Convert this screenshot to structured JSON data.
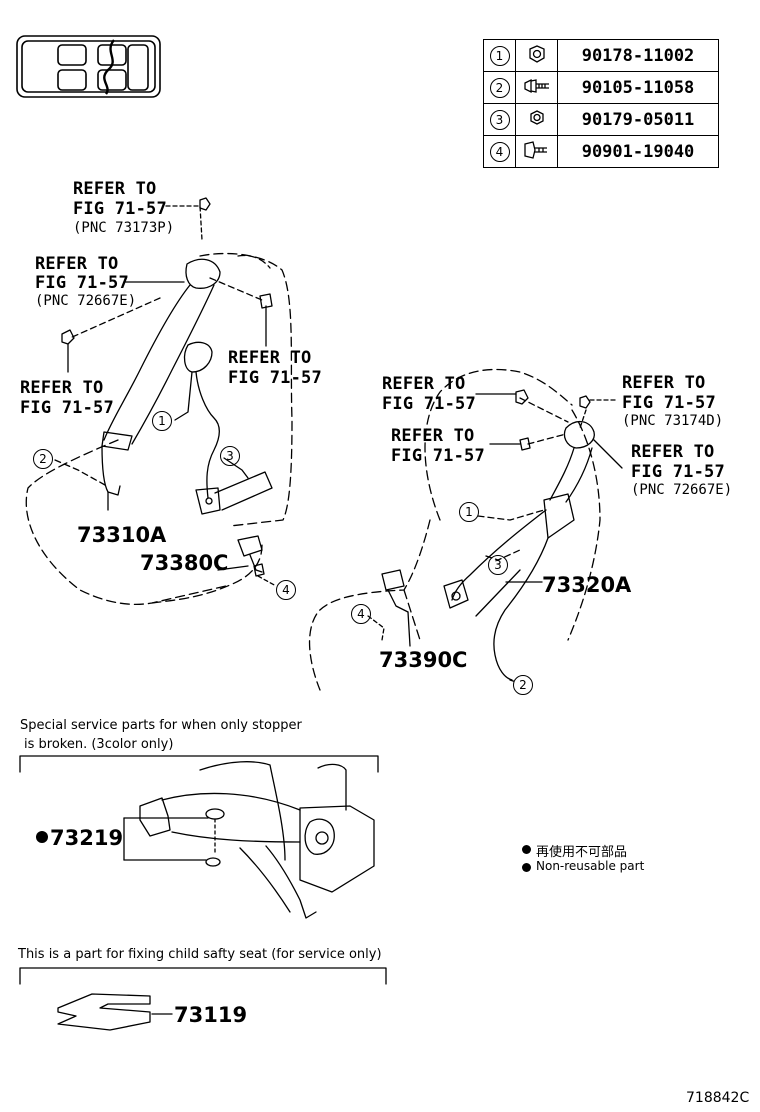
{
  "fastener_table": [
    {
      "ref": "1",
      "icon": "nut-icon",
      "part": "90178-11002"
    },
    {
      "ref": "2",
      "icon": "bolt-icon",
      "part": "90105-11058"
    },
    {
      "ref": "3",
      "icon": "nut-icon",
      "part": "90179-05011"
    },
    {
      "ref": "4",
      "icon": "bolt-icon",
      "part": "90901-19040"
    }
  ],
  "refs": {
    "line1": "REFER TO",
    "line2": "FIG 71-57",
    "pnc_73173p": "(PNC 73173P)",
    "pnc_72667e": "(PNC 72667E)",
    "pnc_73174d": "(PNC 73174D)"
  },
  "parts": {
    "p73310a": "73310A",
    "p73380c": "73380C",
    "p73320a": "73320A",
    "p73390c": "73390C",
    "p73219": "73219",
    "p73119": "73119"
  },
  "callouts": [
    "1",
    "2",
    "3",
    "4"
  ],
  "notes": {
    "stopper_line1": "Special service parts for when only stopper",
    "stopper_line2": "is broken. (3color only)",
    "child_seat": "This is a part for fixing child safty seat (for service only)",
    "legend_jp": "再使用不可部品",
    "legend_en": "Non-reusable part"
  },
  "figure_id": "718842C"
}
